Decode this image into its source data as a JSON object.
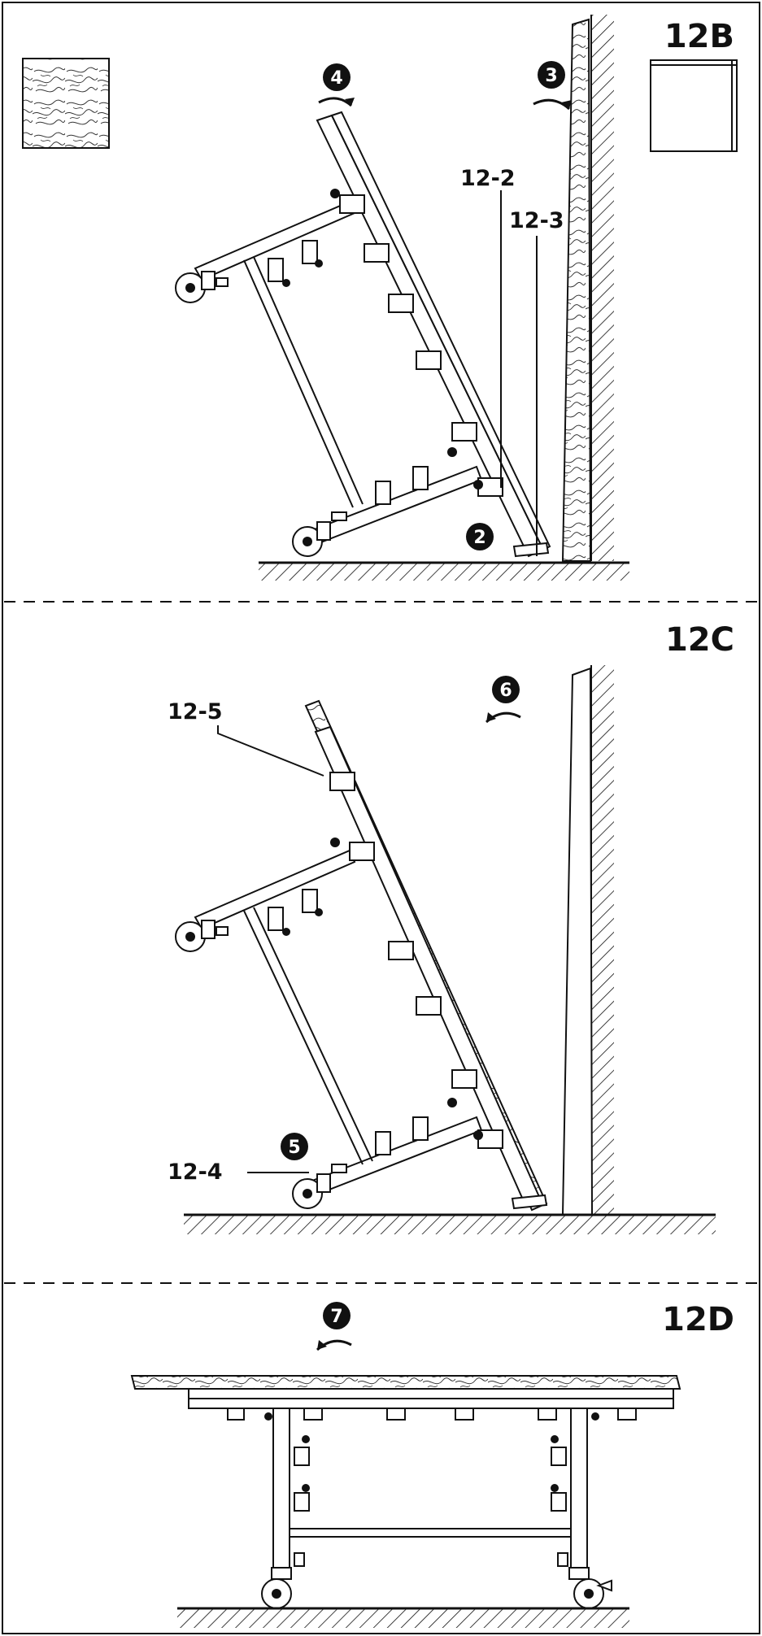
{
  "panels": [
    {
      "id": "12B",
      "step_labels": [
        "4",
        "3",
        "2"
      ],
      "part_labels": [
        "12-2",
        "12-3"
      ]
    },
    {
      "id": "12C",
      "step_labels": [
        "6",
        "5"
      ],
      "part_labels": [
        "12-5",
        "12-4"
      ]
    },
    {
      "id": "12D",
      "step_labels": [
        "7"
      ],
      "part_labels": []
    }
  ]
}
